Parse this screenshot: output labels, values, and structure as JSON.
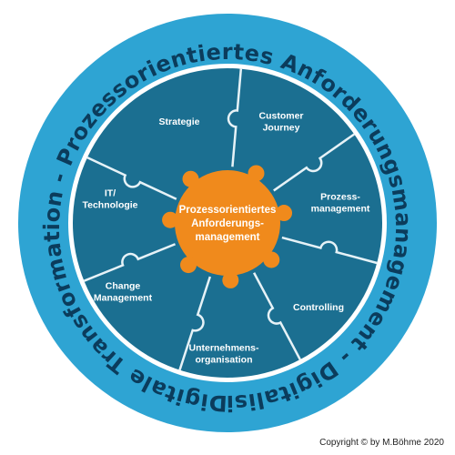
{
  "ring_top": "Digitale Transformation - Prozessorientiertes Anforderungsmanagement - Digitalisierung -",
  "segments": [
    {
      "id": "strategie",
      "lines": [
        "Strategie"
      ]
    },
    {
      "id": "customer-journey",
      "lines": [
        "Customer",
        "Journey"
      ]
    },
    {
      "id": "prozessmanagement",
      "lines": [
        "Prozess-",
        "management"
      ]
    },
    {
      "id": "controlling",
      "lines": [
        "Controlling"
      ]
    },
    {
      "id": "unternehmensorganisation",
      "lines": [
        "Unternehmens-",
        "organisation"
      ]
    },
    {
      "id": "change-management",
      "lines": [
        "Change",
        "Management"
      ]
    },
    {
      "id": "it-technologie",
      "lines": [
        "IT/",
        "Technologie"
      ]
    }
  ],
  "center": {
    "lines": [
      "Prozessorientiertes",
      "Anforderungs-",
      "management"
    ]
  },
  "copyright": "Copyright © by M.Böhme 2020",
  "colors": {
    "ring": "#2ea4d3",
    "ring_text": "#0b3c5c",
    "inner": "#1b6f91",
    "line": "#e6f2f7",
    "center": "#f08a1c"
  }
}
